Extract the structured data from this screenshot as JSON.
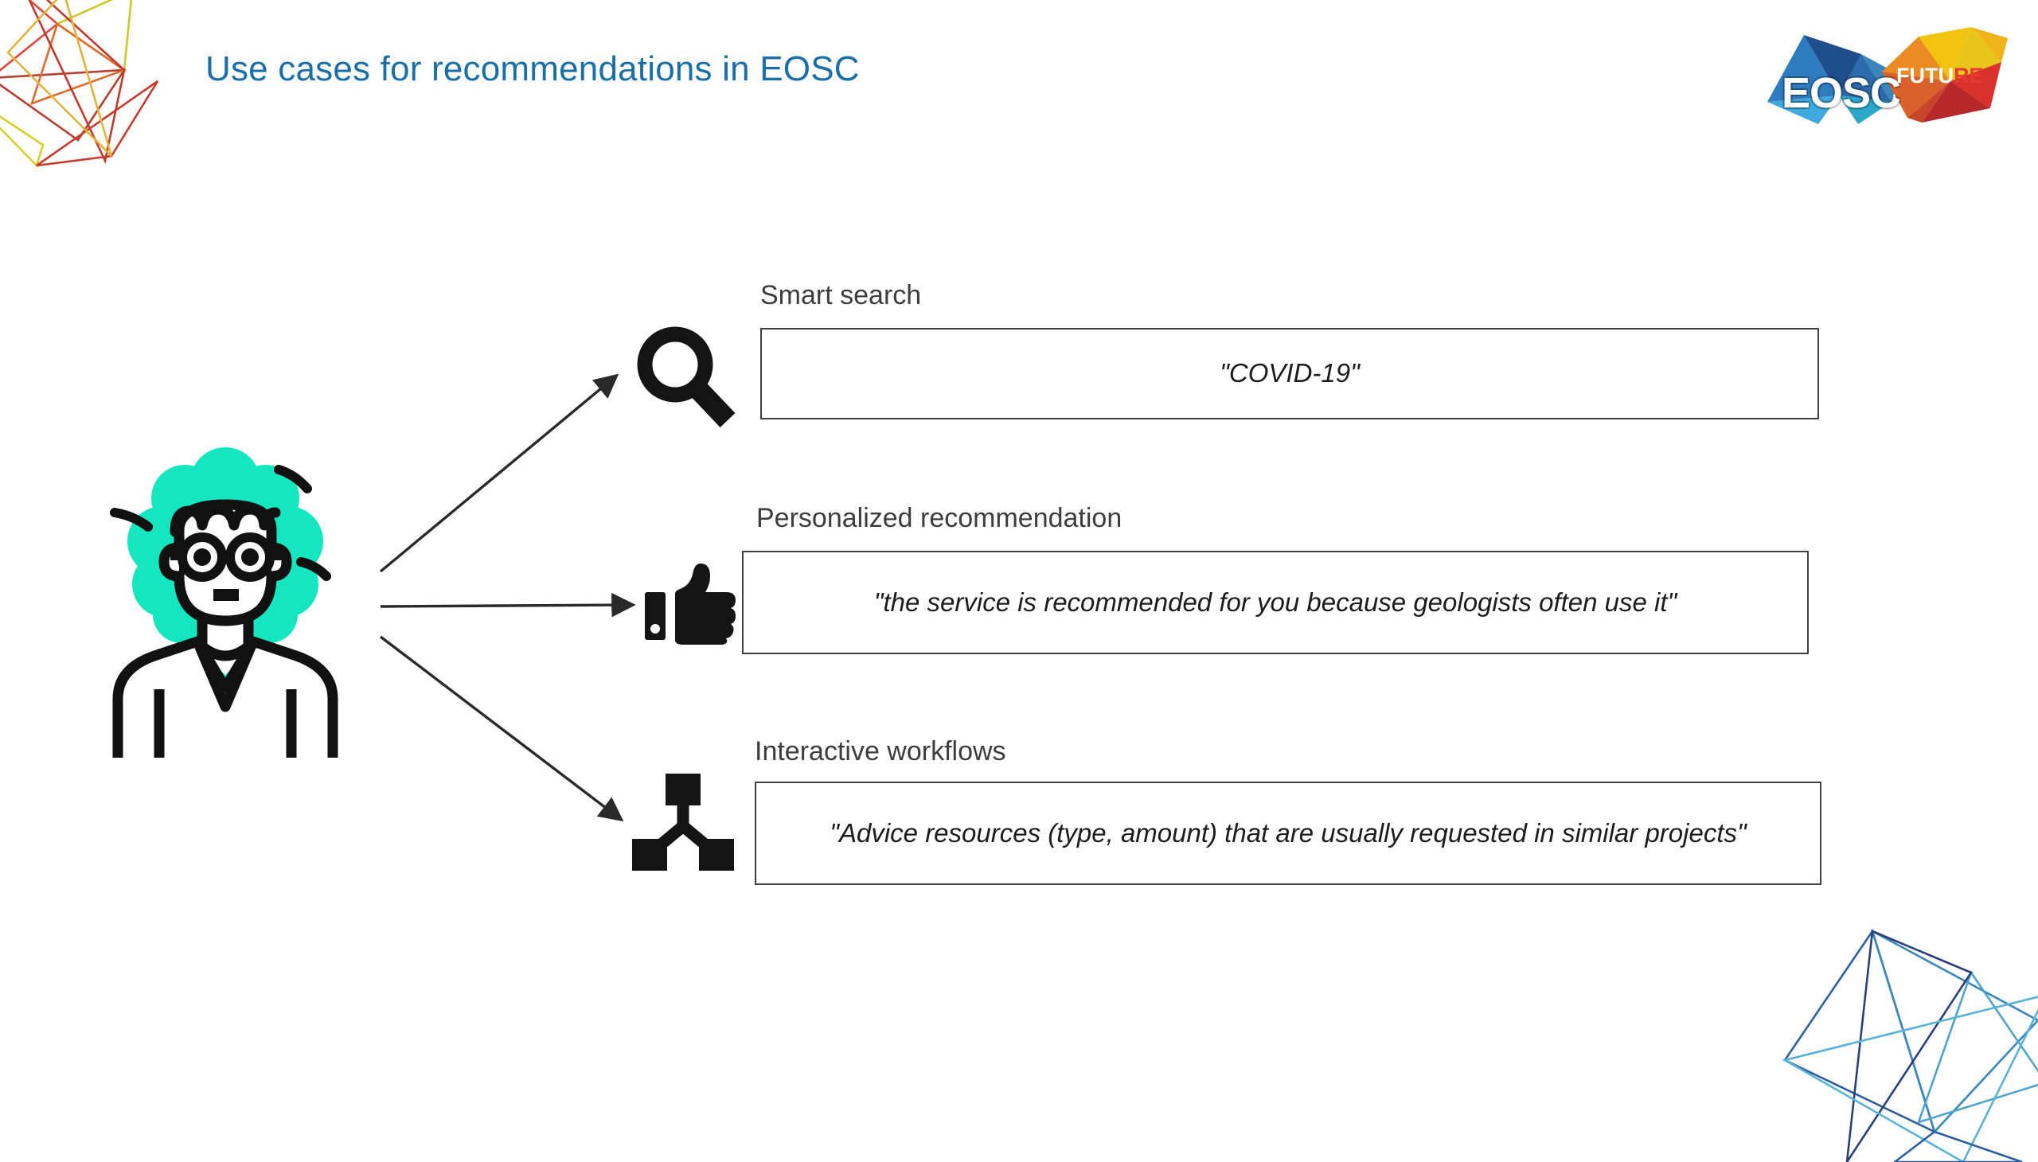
{
  "slide": {
    "title": "Use cases for recommendations in EOSC",
    "title_color": "#1B6FA8",
    "background": "#ffffff"
  },
  "logo": {
    "name": "eosc-future-logo",
    "wordmark": "EOSC",
    "future_first": "FUTU",
    "future_last": "RE",
    "colors": {
      "blue_dark": "#1F4E8C",
      "blue_mid": "#2E7CC0",
      "blue_light": "#3FA9DD",
      "teal": "#2BA8C8",
      "orange": "#E98A22",
      "orange_dark": "#D8622A",
      "yellow": "#F2C30F",
      "red": "#D8322B",
      "red_dark": "#B7282B"
    }
  },
  "decorations": {
    "top_left": {
      "name": "polygon-decoration-warm",
      "colors": [
        "#D94A3D",
        "#E3B23C",
        "#C9C927",
        "#B5402F",
        "#E06A2B"
      ]
    },
    "bottom_right": {
      "name": "polygon-decoration-cool",
      "colors": [
        "#2E5F9E",
        "#3C86BE",
        "#4FA3CD",
        "#2B3F7A",
        "#5BB2D8"
      ]
    }
  },
  "avatar": {
    "name": "scientist-avatar",
    "hair_color": "#14E7C0",
    "line_color": "#111111",
    "coat_color": "#ffffff",
    "description": "researcher with curly turquoise hair, round glasses and lab coat"
  },
  "rows": [
    {
      "id": "row1",
      "icon": "magnifier-icon",
      "label": "Smart search",
      "box_text": "\"COVID-19\""
    },
    {
      "id": "row2",
      "icon": "thumbs-up-icon",
      "label": "Personalized recommendation",
      "box_text": "\"the service is recommended for you because geologists often use it\""
    },
    {
      "id": "row3",
      "icon": "workflow-hierarchy-icon",
      "label": "Interactive workflows",
      "box_text": "\"Advice resources (type, amount) that are usually requested in similar projects\""
    }
  ],
  "arrows": {
    "name": "connector-arrows",
    "count": 3,
    "color": "#2a2a2a"
  }
}
